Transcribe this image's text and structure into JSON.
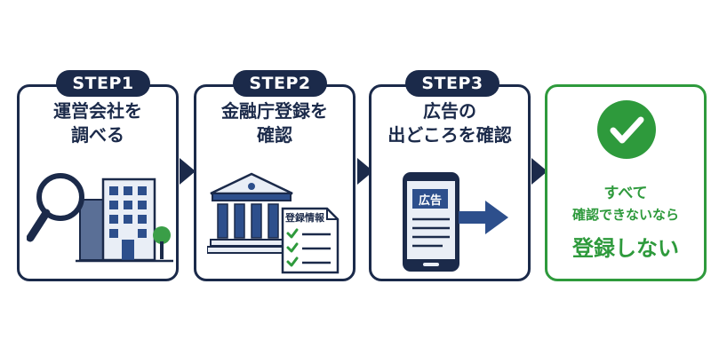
{
  "steps": [
    {
      "label": "STEP1",
      "title_lines": [
        "運営会社を",
        "調べる"
      ]
    },
    {
      "label": "STEP2",
      "title_lines": [
        "金融庁登録を",
        "確認"
      ],
      "doc_label": "登録情報"
    },
    {
      "label": "STEP3",
      "title_lines": [
        "広告の",
        "出どころを確認"
      ],
      "ad_label": "広告"
    }
  ],
  "final": {
    "line1": "すべて",
    "line2": "確認できないなら",
    "line3": "登録しない",
    "icon": "check-circle-icon"
  },
  "colors": {
    "navy": "#1b2a4a",
    "blue": "#2d4f8c",
    "green": "#2e9a3c"
  }
}
